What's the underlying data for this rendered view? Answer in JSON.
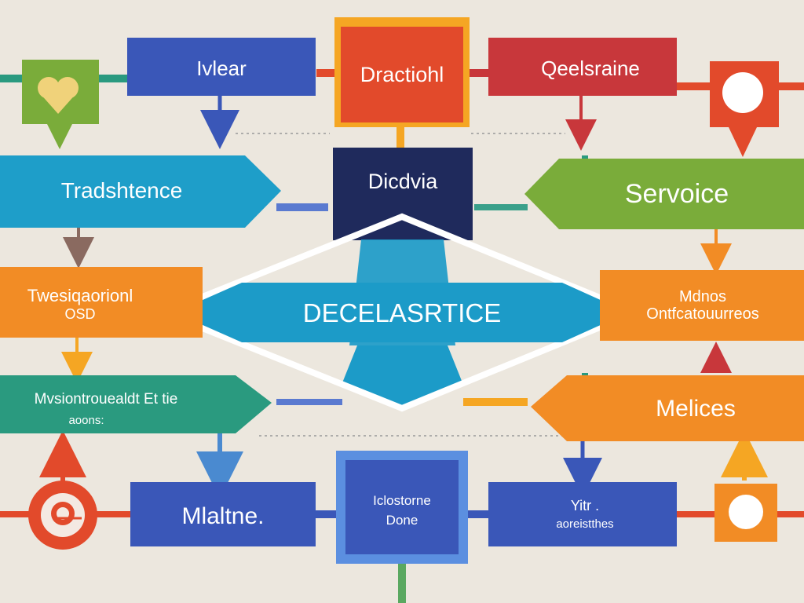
{
  "colors": {
    "background": "#ece7de",
    "blue": "#3a57b8",
    "orange_red": "#e24a2b",
    "red": "#c8373b",
    "green": "#7aac3a",
    "teal": "#1e9ec9",
    "navy": "#1f2a5c",
    "orange": "#f28c25",
    "sea_green": "#2a9a7f",
    "cyan": "#1c9bc8"
  },
  "nodes": {
    "top_left_box": {
      "label": "Ivlear"
    },
    "top_center_box": {
      "label": "Dractiohl"
    },
    "top_right_box": {
      "label": "Qeelsraine"
    },
    "left_arrow_1": {
      "label": "Tradshtence"
    },
    "center_navy_box": {
      "label": "Dicdvia"
    },
    "right_arrow_1": {
      "label": "Servoice"
    },
    "left_box_2": {
      "line1": "Twesiqaorionl",
      "line2": "OSD"
    },
    "center_diamond": {
      "label": "DECELASRTICE"
    },
    "right_box_2": {
      "line1": "Mdnos",
      "line2": "Ontfcatouurreos"
    },
    "left_arrow_3": {
      "line1": "Mvsiontrouealdt Et tie",
      "line2": "aoons:"
    },
    "right_arrow_3": {
      "label": "Melices"
    },
    "bottom_left_box": {
      "label": "Mlaltne."
    },
    "bottom_center_box": {
      "line1": "Iclostorne",
      "line2": "Done"
    },
    "bottom_right_box": {
      "line1": "Yitr .",
      "line2": "aoreistthes"
    }
  },
  "icons": {
    "heart_badge": "heart-icon",
    "circle_badge_top": "circle-icon",
    "ring_badge_bottom_left": "target-icon",
    "circle_badge_bottom_right": "circle-icon"
  }
}
